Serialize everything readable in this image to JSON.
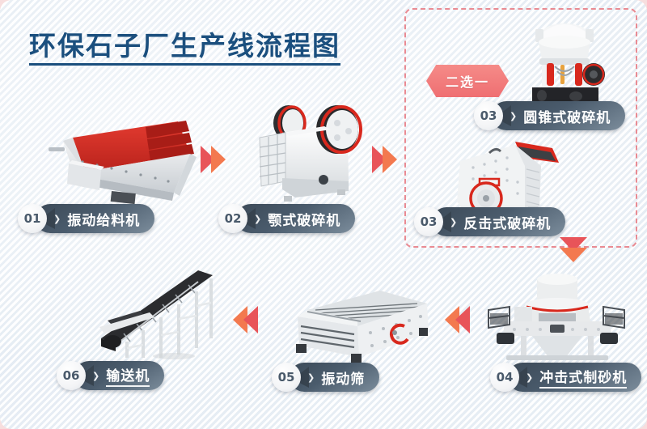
{
  "title": "环保石子厂生产线流程图",
  "selection_banner": {
    "label": "二选一"
  },
  "colors": {
    "title": "#1b4f7e",
    "banner": "#ef6f72",
    "dashed_border": "#e98b93",
    "pill": "#4a5b6c",
    "arrow_red": "#e85459",
    "arrow_orange": "#f3794f",
    "background": "#eef3f8"
  },
  "steps": [
    {
      "number": "01",
      "name": "振动给料机",
      "underline": false,
      "icon": "vibrating-feeder"
    },
    {
      "number": "02",
      "name": "颚式破碎机",
      "underline": false,
      "icon": "jaw-crusher"
    },
    {
      "number": "03",
      "name": "圆锥式破碎机",
      "underline": false,
      "icon": "cone-crusher"
    },
    {
      "number": "03",
      "name": "反击式破碎机",
      "underline": false,
      "icon": "impact-crusher"
    },
    {
      "number": "04",
      "name": "冲击式制砂机",
      "underline": true,
      "icon": "vsi-sand-maker"
    },
    {
      "number": "05",
      "name": "振动筛",
      "underline": false,
      "icon": "vibrating-screen"
    },
    {
      "number": "06",
      "name": "输送机",
      "underline": true,
      "icon": "belt-conveyor"
    }
  ],
  "arrows": [
    {
      "name": "arrow-feeder-to-jaw",
      "direction": "right"
    },
    {
      "name": "arrow-jaw-to-crusher-choice",
      "direction": "right"
    },
    {
      "name": "arrow-crusher-to-sandmaker",
      "direction": "down"
    },
    {
      "name": "arrow-sandmaker-to-screen",
      "direction": "left"
    },
    {
      "name": "arrow-screen-to-conveyor",
      "direction": "left"
    }
  ]
}
